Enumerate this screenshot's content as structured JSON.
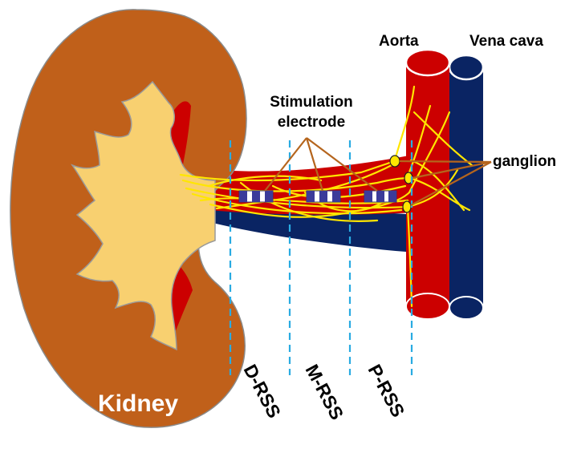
{
  "labels": {
    "kidney": "Kidney",
    "aorta": "Aorta",
    "vena_cava": "Vena cava",
    "electrode_line1": "Stimulation",
    "electrode_line2": "electrode",
    "ganglion": "ganglion",
    "d_rss": "D-RSS",
    "m_rss": "M-RSS",
    "p_rss": "P-RSS"
  },
  "colors": {
    "kidney": "#C0601A",
    "pelvis": "#F8D070",
    "artery": "#CC0000",
    "vein": "#0A2463",
    "nerve": "#FFE600",
    "guide_line": "#29ABE2",
    "pointer": "#B5651D",
    "kidney_text": "#FFFFFF"
  }
}
